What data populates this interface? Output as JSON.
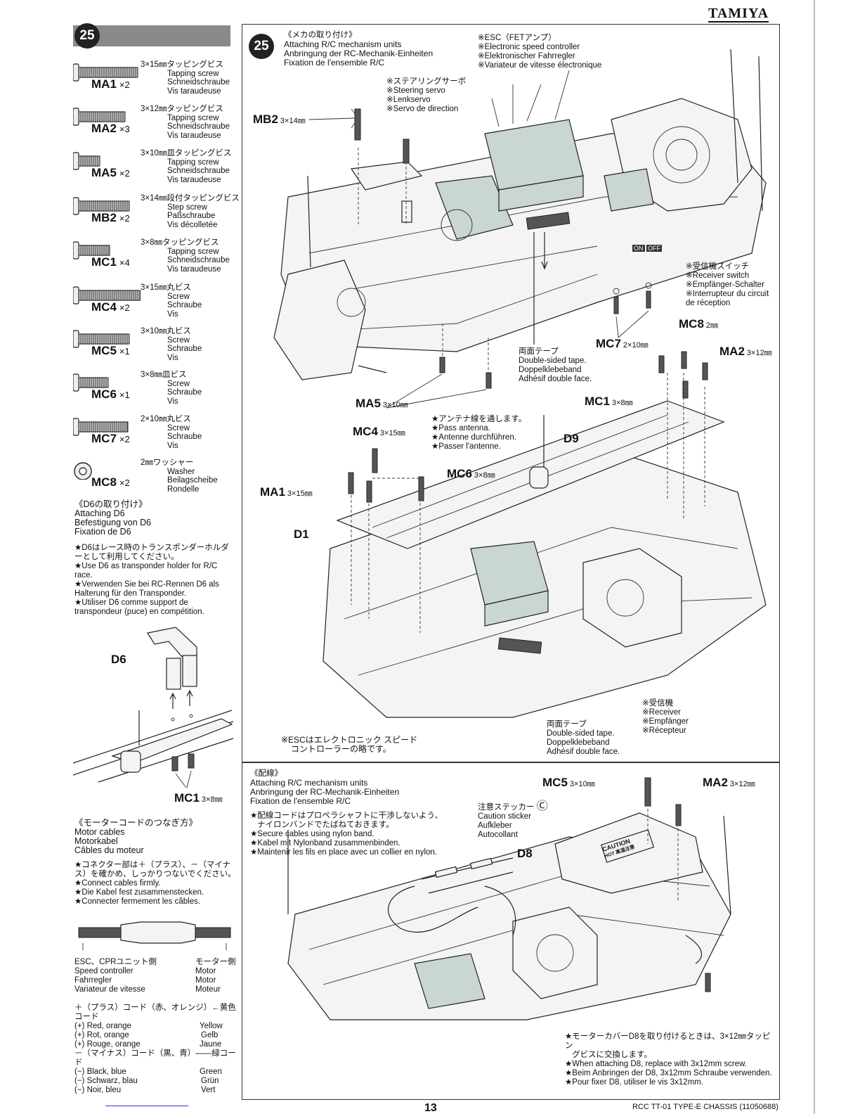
{
  "brand": "TAMIYA",
  "step_number": "25",
  "parts": [
    {
      "code": "MA1",
      "qty": "×2",
      "size": "3×15㎜タッピングビス",
      "en": "Tapping screw",
      "de": "Schneidschraube",
      "fr": "Vis taraudeuse"
    },
    {
      "code": "MA2",
      "qty": "×3",
      "size": "3×12㎜タッピングビス",
      "en": "Tapping screw",
      "de": "Schneidschraube",
      "fr": "Vis taraudeuse"
    },
    {
      "code": "MA5",
      "qty": "×2",
      "size": "3×10㎜皿タッピングビス",
      "en": "Tapping screw",
      "de": "Schneidschraube",
      "fr": "Vis taraudeuse"
    },
    {
      "code": "MB2",
      "qty": "×2",
      "size": "3×14㎜段付タッピングビス",
      "en": "Step screw",
      "de": "Paßschraube",
      "fr": "Vis décolletée"
    },
    {
      "code": "MC1",
      "qty": "×4",
      "size": "3×8㎜タッピングビス",
      "en": "Tapping screw",
      "de": "Schneidschraube",
      "fr": "Vis taraudeuse"
    },
    {
      "code": "MC4",
      "qty": "×2",
      "size": "3×15㎜丸ビス",
      "en": "Screw",
      "de": "Schraube",
      "fr": "Vis"
    },
    {
      "code": "MC5",
      "qty": "×1",
      "size": "3×10㎜丸ビス",
      "en": "Screw",
      "de": "Schraube",
      "fr": "Vis"
    },
    {
      "code": "MC6",
      "qty": "×1",
      "size": "3×8㎜皿ビス",
      "en": "Screw",
      "de": "Schraube",
      "fr": "Vis"
    },
    {
      "code": "MC7",
      "qty": "×2",
      "size": "2×10㎜丸ビス",
      "en": "Screw",
      "de": "Schraube",
      "fr": "Vis"
    },
    {
      "code": "MC8",
      "qty": "×2",
      "size": "2㎜ワッシャー",
      "en": "Washer",
      "de": "Beilagscheibe",
      "fr": "Rondelle"
    }
  ],
  "d6": {
    "jp": "《D6の取り付け》",
    "en": "Attaching D6",
    "de": "Befestigung von D6",
    "fr": "Fixation de D6",
    "note_jp1": "★D6はレース時のトランスポンダーホルダ",
    "note_jp2": "ーとして利用してください。",
    "note_en": "★Use D6 as transponder holder for R/C race.",
    "note_de": "★Verwenden Sie bei RC-Rennen D6 als Halterung für den Transponder.",
    "note_fr": "★Utiliser D6 comme support de transpondeur (puce) en compétition.",
    "label": "D6",
    "screw_label": "MC1",
    "screw_size": "3×8㎜"
  },
  "motor": {
    "jp": "《モーターコードのつなぎ方》",
    "en": "Motor cables",
    "de": "Motorkabel",
    "fr": "Câbles du moteur",
    "note_jp1": "★コネクター部は＋（プラス）、－（マイナ",
    "note_jp2": "ス）を確かめ、しっかりつないでください。",
    "note_en": "★Connect cables firmly.",
    "note_de": "★Die Kabel fest zusammenstecken.",
    "note_fr": "★Connecter fermement les câbles.",
    "side_esc_jp": "ESC、CPRユニット側",
    "side_esc_en": "Speed controller",
    "side_esc_de": "Fahrregler",
    "side_esc_fr": "Variateur de vitesse",
    "side_motor_jp": "モーター側",
    "side_motor_en": "Motor",
    "side_motor_de": "Motor",
    "side_motor_fr": "Moteur",
    "plus_jp": "＋（プラス）コード（赤、オレンジ）←黄色コード",
    "plus_en": "(+) Red, orange",
    "plus_de": "(+) Rot, orange",
    "plus_fr": "(+) Rouge, orange",
    "plus_en_r": "Yellow",
    "plus_de_r": "Gelb",
    "plus_fr_r": "Jaune",
    "minus_jp": "－（マイナス）コード（黒、青）――緑コード",
    "minus_en": "(−) Black, blue",
    "minus_de": "(−) Schwarz, blau",
    "minus_fr": "(−) Noir, bleu",
    "minus_en_r": "Green",
    "minus_de_r": "Grün",
    "minus_fr_r": "Vert"
  },
  "main": {
    "jp": "《メカの取り付け》",
    "en": "Attaching R/C mechanism units",
    "de": "Anbringung der RC-Mechanik-Einheiten",
    "fr": "Fixation de l'ensemble R/C",
    "esc_jp": "※ESC（FETアンプ）",
    "esc_en": "※Electronic speed controller",
    "esc_de": "※Elektronischer Fahrregler",
    "esc_fr": "※Variateur de vitesse électronique",
    "servo_jp": "※ステアリングサーボ",
    "servo_en": "※Steering servo",
    "servo_de": "※Lenkservo",
    "servo_fr": "※Servo de direction",
    "switch_jp": "※受信機スイッチ",
    "switch_en": "※Receiver switch",
    "switch_de": "※Empfänger-Schalter",
    "switch_fr1": "※Interrupteur du circuit",
    "switch_fr2": "de réception",
    "tape_jp": "両面テープ",
    "tape_en": "Double-sided tape.",
    "tape_de": "Doppelklebeband",
    "tape_fr": "Adhésif double face.",
    "antenna_jp": "★アンテナ線を通します。",
    "antenna_en": "★Pass antenna.",
    "antenna_de": "★Antenne durchführen.",
    "antenna_fr": "★Passer l'antenne.",
    "receiver_jp": "※受信機",
    "receiver_en": "※Receiver",
    "receiver_de": "※Empfänger",
    "receiver_fr": "※Récepteur",
    "esc_note1": "※ESCはエレクトロニック スピード",
    "esc_note2": "コントローラーの略です。",
    "switch_on": "ON",
    "switch_off": "OFF",
    "labels": {
      "MB2": "MB2",
      "MB2_size": "3×14㎜",
      "MC8": "MC8",
      "MC8_size": "2㎜",
      "MC7": "MC7",
      "MC7_size": "2×10㎜",
      "MA2": "MA2",
      "MA2_size": "3×12㎜",
      "MA5": "MA5",
      "MA5_size": "3×10㎜",
      "MC1": "MC1",
      "MC1_size": "3×8㎜",
      "MC4": "MC4",
      "MC4_size": "3×15㎜",
      "MC6": "MC6",
      "MC6_size": "3×8㎜",
      "MA1": "MA1",
      "MA1_size": "3×15㎜",
      "D9": "D9",
      "D1": "D1"
    }
  },
  "wiring": {
    "jp": "《配線》",
    "en": "Attaching R/C mechanism units",
    "de": "Anbringung der RC-Mechanik-Einheiten",
    "fr": "Fixation de l'ensemble R/C",
    "note_jp1": "★配線コードはプロペラシャフトに干渉しないよう、",
    "note_jp2": "ナイロンバンドでたばねておきます。",
    "note_en": "★Secure cables using nylon band.",
    "note_de": "★Kabel mit Nylonband zusammenbinden.",
    "note_fr": "★Maintenir les fils en place avec un collier en nylon.",
    "sticker_jp": "注意ステッカー",
    "sticker_mark": "Ⓒ",
    "sticker_en": "Caution sticker",
    "sticker_de": "Aufkleber",
    "sticker_fr": "Autocollant",
    "caution": "CAUTION",
    "hot": "HOT 高温注意",
    "MC5": "MC5",
    "MC5_size": "3×10㎜",
    "MA2": "MA2",
    "MA2_size": "3×12㎜",
    "D8": "D8",
    "d8_jp1": "★モーターカバーD8を取り付けるときは、3×12㎜タッピン",
    "d8_jp2": "グビスに交換します。",
    "d8_en": "★When attaching D8, replace with 3x12mm screw.",
    "d8_de": "★Beim Anbringen der D8, 3x12mm Schraube verwenden.",
    "d8_fr": "★Pour fixer D8, utiliser le vis 3x12mm."
  },
  "footer": {
    "page": "13",
    "model": "RCC TT-01 TYPE-E CHASSIS (11050688)"
  }
}
